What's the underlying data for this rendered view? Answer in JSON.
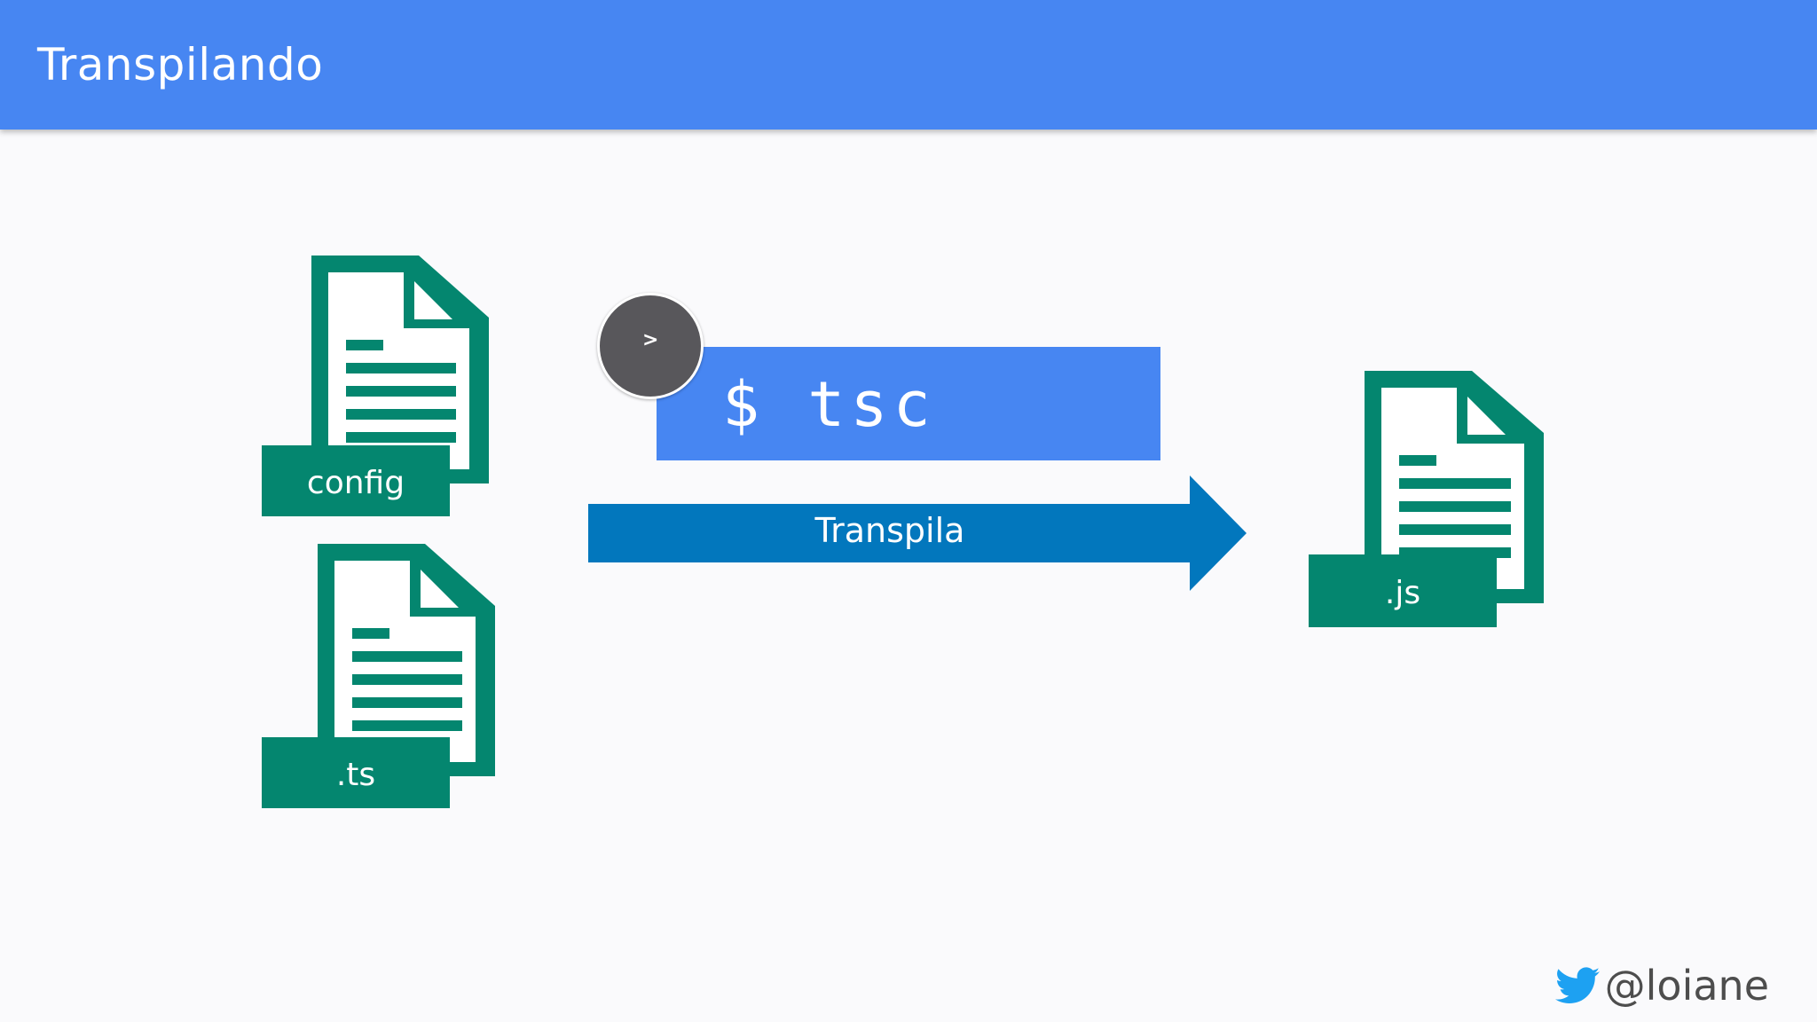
{
  "header": {
    "title": "Transpilando"
  },
  "diagram": {
    "files_in": [
      {
        "label": "config",
        "icon": "document-icon"
      },
      {
        "label": ".ts",
        "icon": "document-icon"
      }
    ],
    "command": {
      "text": "$ tsc",
      "bubble_glyph": ">"
    },
    "arrow": {
      "label": "Transpila"
    },
    "file_out": {
      "label": ".js",
      "icon": "document-icon"
    }
  },
  "footer": {
    "handle": "@loiane",
    "icon": "twitter-bird-icon"
  },
  "colors": {
    "header": "#4786f2",
    "file_green": "#04866f",
    "command_box": "#4786f2",
    "arrow": "#0277bd",
    "bubble": "#58575b",
    "twitter": "#1da1f2"
  }
}
